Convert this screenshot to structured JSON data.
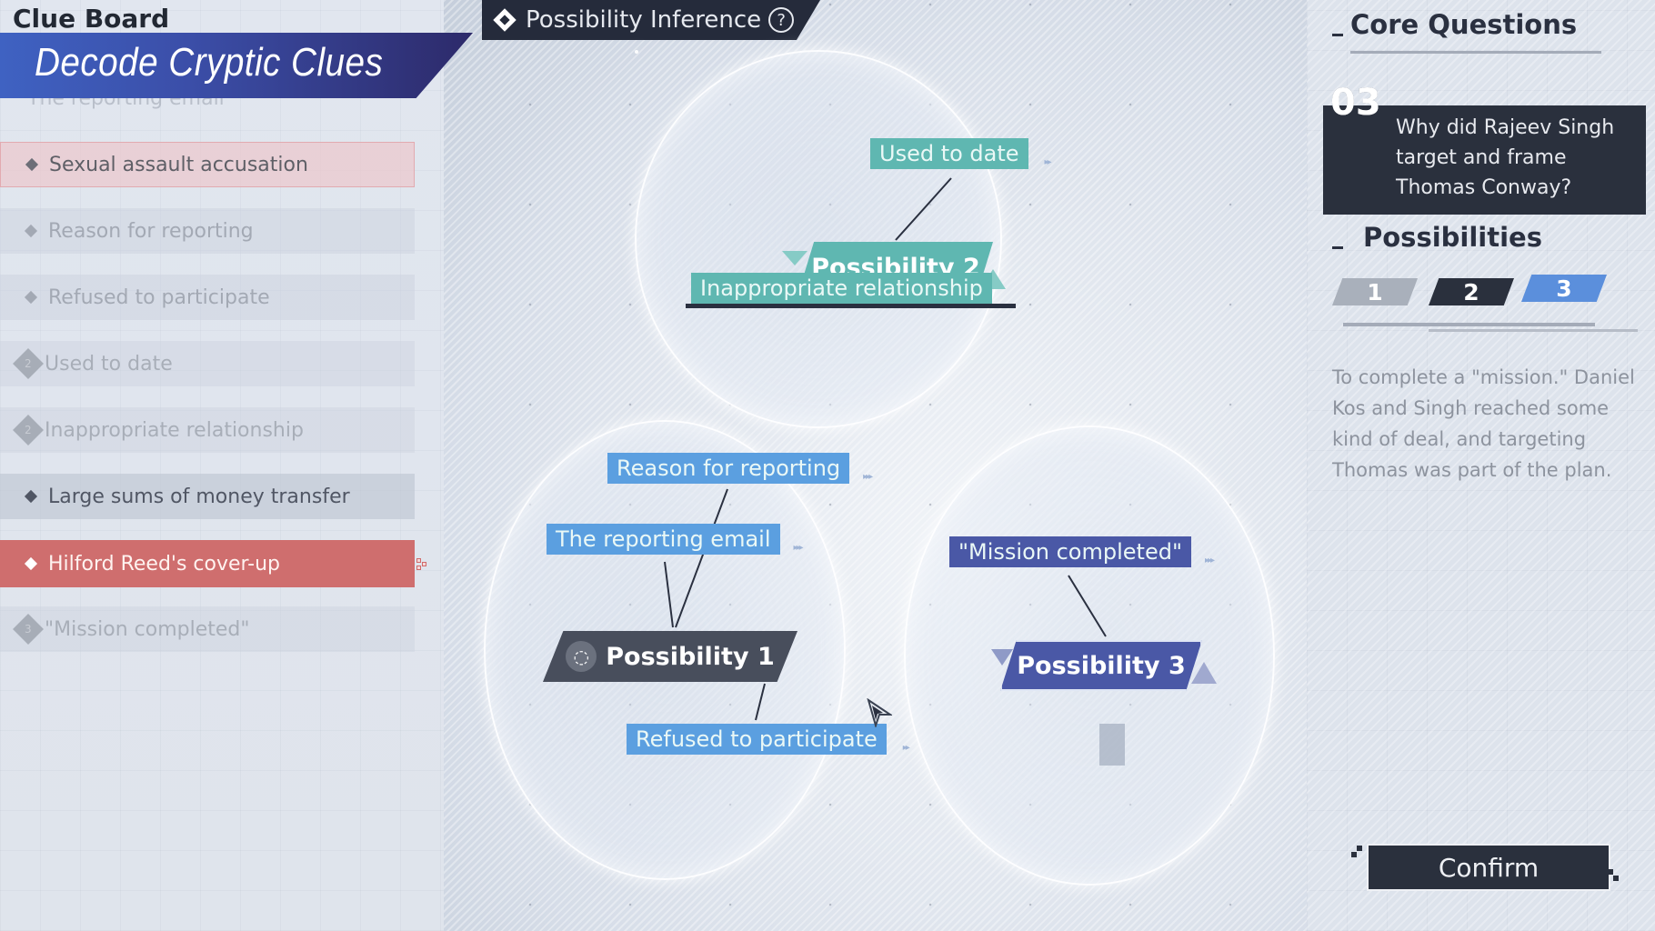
{
  "left_panel": {
    "board_label": "Clue Board",
    "banner_title": "Decode Cryptic Clues",
    "faded_top_item": "The reporting email",
    "clues": [
      {
        "label": "Sexual assault accusation",
        "state": "pink",
        "badge": ""
      },
      {
        "label": "Reason for reporting",
        "state": "dim",
        "badge": ""
      },
      {
        "label": "Refused to participate",
        "state": "dim",
        "badge": ""
      },
      {
        "label": "Used to date",
        "state": "numbered",
        "badge": "2"
      },
      {
        "label": "Inappropriate relationship",
        "state": "numbered",
        "badge": "2"
      },
      {
        "label": "Large sums of money transfer",
        "state": "mid",
        "badge": ""
      },
      {
        "label": "Hilford Reed's cover-up",
        "state": "red",
        "badge": ""
      },
      {
        "label": "\"Mission completed\"",
        "state": "numbered",
        "badge": "3"
      }
    ]
  },
  "center": {
    "header_title": "Possibility Inference",
    "help_glyph": "?",
    "possibilities": [
      {
        "label": "Possibility 1",
        "icon": "lightbulb-icon",
        "color": "#484e5c",
        "clues": [
          "Reason for reporting",
          "The reporting email",
          "Refused to participate"
        ]
      },
      {
        "label": "Possibility 2",
        "color": "#5fb7b1",
        "clues": [
          "Used to date",
          "Inappropriate relationship"
        ]
      },
      {
        "label": "Possibility 3",
        "color": "#4a58a6",
        "clues": [
          "\"Mission completed\""
        ]
      }
    ]
  },
  "right_panel": {
    "core_questions_heading": "Core Questions",
    "question_number": "03",
    "question_text": "Why did Rajeev Singh target and frame Thomas Conway?",
    "possibilities_heading": "Possibilities",
    "tabs": [
      {
        "label": "1",
        "color": "#a9b0bb",
        "selected": false
      },
      {
        "label": "2",
        "color": "#2a303d",
        "selected": false
      },
      {
        "label": "3",
        "color": "#5b8fdc",
        "selected": true
      }
    ],
    "description": "To complete a \"mission.\" Daniel Kos and Singh reached some kind of deal, and targeting Thomas was part of the plan.",
    "confirm_label": "Confirm"
  },
  "colors": {
    "banner_blue": "#3f62c2",
    "banner_dark": "#2d2a6a",
    "dark_panel": "#2a303d",
    "teal": "#5fb7b1",
    "blue": "#5b9fe0",
    "indigo": "#4a58a6",
    "red_selected": "#cf6e6e"
  }
}
